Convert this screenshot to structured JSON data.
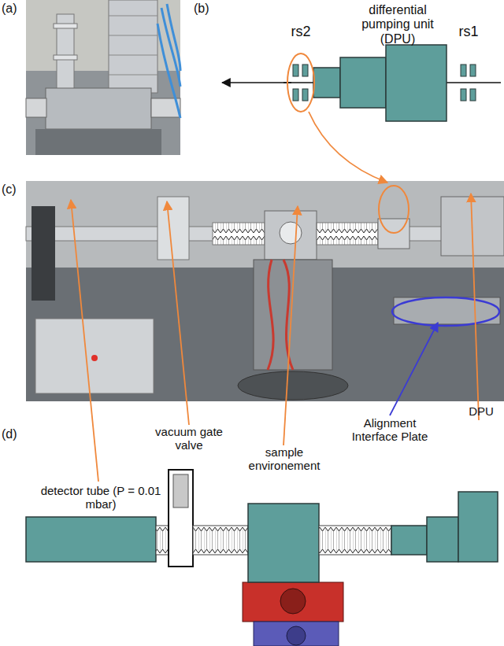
{
  "diagram": {
    "nodes": [
      {
        "text": [
          "rs2"
        ]
      },
      {
        "text": [
          "differential pumping unit (DPU)"
        ]
      },
      {
        "text": [
          "rs1"
        ]
      }
    ],
    "labels": [
      "(a)",
      "(b)",
      "(c)",
      "(d)",
      "detector tube (P = 0.01 mbar)",
      "vacuum gate valve",
      "sample environement",
      "Alignment Interface Plate",
      "DPU"
    ]
  }
}
